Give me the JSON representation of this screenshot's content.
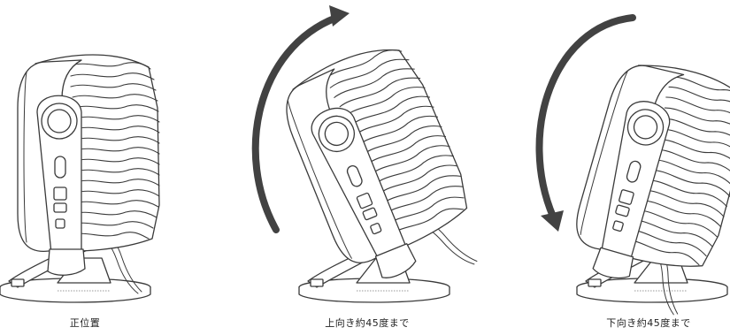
{
  "captions": {
    "normal": "正位置",
    "up": "上向き約45度まで",
    "down": "下向き約45度まで"
  },
  "colors": {
    "arrow": "#424242",
    "line": "#3a3a3a"
  }
}
